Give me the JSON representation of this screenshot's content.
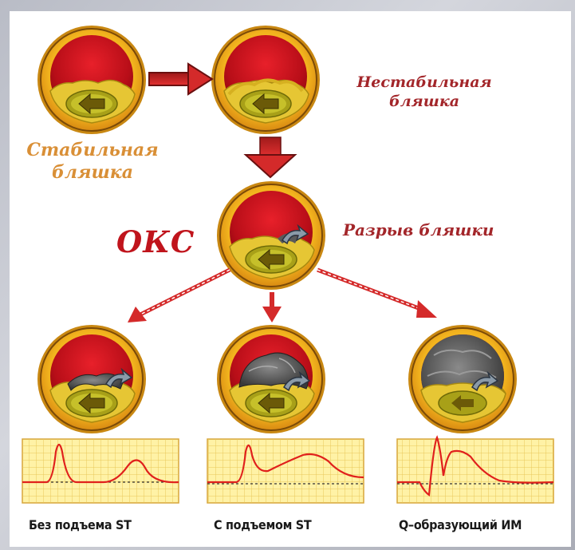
{
  "labels": {
    "stable": "Стабильная\nбляшка",
    "unstable": "Нестабильная\nбляшка",
    "rupture": "Разрыв бляшки",
    "oks": "ОКС"
  },
  "captions": {
    "no_st_elevation": "Без подъема ST",
    "st_elevation": "С подъемом ST",
    "q_wave_mi": "Q–образующий ИМ"
  },
  "colors": {
    "vessel_outer": "#f2b41e",
    "lumen": "#c8101c",
    "plaque": "#e8c832",
    "thrombus": "#5a5a5a",
    "arrow": "#d42a2a",
    "ecg_paper": "#fff2a6",
    "ecg_line": "#e0201c"
  }
}
